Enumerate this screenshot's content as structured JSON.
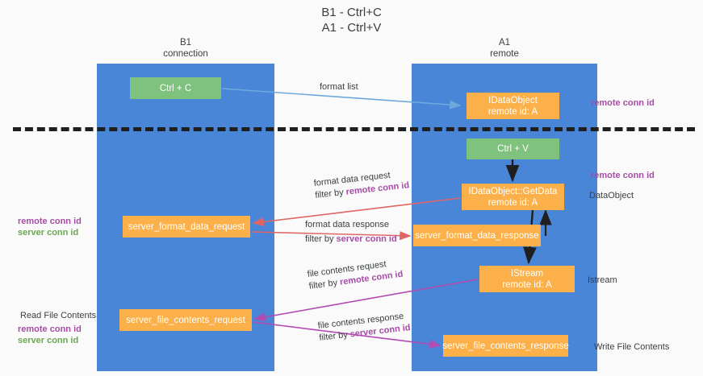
{
  "title": {
    "line1": "B1 - Ctrl+C",
    "line2": "A1 - Ctrl+V"
  },
  "lanes": [
    {
      "id": "b1",
      "name": "B1",
      "subtitle": "connection",
      "color": "#4a86d8"
    },
    {
      "id": "a1",
      "name": "A1",
      "subtitle": "remote",
      "color": "#4a86d8"
    }
  ],
  "colors": {
    "lane": "#4a86d8",
    "green_node": "#7ec27e",
    "orange_node": "#fbb049",
    "purple_text": "#a64ca6",
    "green_text": "#6aa84f",
    "blue_arrow": "#6fa8dc",
    "red_arrow": "#e06666",
    "magenta_arrow": "#b24bb2",
    "black_arrow": "#1f1f1f",
    "divider": "#1f1f1f",
    "background": "#fafafa"
  },
  "nodes": {
    "ctrl_c": "Ctrl + C",
    "idataobject": "IDataObject\nremote id: A",
    "ctrl_v": "Ctrl + V",
    "getdata": "IDataObject::GetData\nremote id: A",
    "server_format_data_request": "server_format_data_request",
    "server_format_data_response": "server_format_data_response",
    "istream": "IStream\nremote id: A",
    "server_file_contents_request": "server_file_contents_request",
    "server_file_contents_response": "server_file_contents_response"
  },
  "edge_labels": {
    "format_list": "format list",
    "format_data_request": {
      "line1": "format data request",
      "line2_prefix": "filter by ",
      "line2_key": "remote conn id"
    },
    "format_data_response": {
      "line1": "format data response",
      "line2_prefix": "filter by ",
      "line2_key": "server conn id"
    },
    "file_contents_request": {
      "line1": "file contents request",
      "line2_prefix": "filter by ",
      "line2_key": "remote conn id"
    },
    "file_contents_response": {
      "line1": "file contents response",
      "line2_prefix": "filter by ",
      "line2_key": "server conn id"
    }
  },
  "annotations": {
    "remote_conn_id_top": "remote conn id",
    "remote_conn_id_mid": "remote conn id",
    "dataobject": "DataObject",
    "istream_right": "Istream",
    "write_file_contents": "Write File Contents",
    "read_file_contents": "Read File Contents",
    "left_remote_conn_id": "remote conn id",
    "left_server_conn_id": "server conn id",
    "left_remote_conn_id_2": "remote conn id",
    "left_server_conn_id_2": "server conn id"
  }
}
